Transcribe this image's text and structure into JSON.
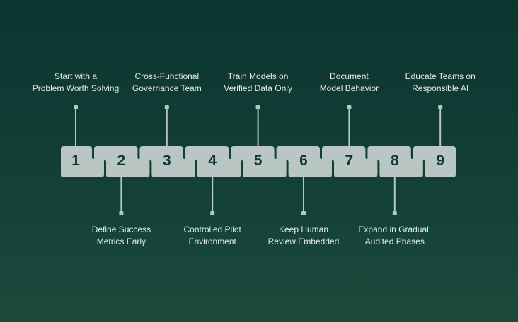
{
  "diagram": {
    "type": "puzzle-step-timeline",
    "colors": {
      "background_top": "#0c3530",
      "background_bottom": "#1b4a3c",
      "piece_fill": "#b9c6c3",
      "number_color": "#0f3a33",
      "label_color": "#e3ece8",
      "connector_color": "#b9c6c3"
    },
    "steps": [
      {
        "number": "1",
        "position": "top",
        "line1": "Start with a",
        "line2": "Problem Worth Solving"
      },
      {
        "number": "2",
        "position": "bottom",
        "line1": "Define Success",
        "line2": "Metrics Early"
      },
      {
        "number": "3",
        "position": "top",
        "line1": "Cross-Functional",
        "line2": "Governance Team"
      },
      {
        "number": "4",
        "position": "bottom",
        "line1": "Controlled Pilot",
        "line2": "Environment"
      },
      {
        "number": "5",
        "position": "top",
        "line1": "Train Models on",
        "line2": "Verified Data Only"
      },
      {
        "number": "6",
        "position": "bottom",
        "line1": "Keep Human",
        "line2": "Review Embedded"
      },
      {
        "number": "7",
        "position": "top",
        "line1": "Document",
        "line2": "Model Behavior"
      },
      {
        "number": "8",
        "position": "bottom",
        "line1": "Expand in Gradual,",
        "line2": "Audited Phases"
      },
      {
        "number": "9",
        "position": "top",
        "line1": "Educate Teams on",
        "line2": "Responsible AI"
      }
    ]
  }
}
